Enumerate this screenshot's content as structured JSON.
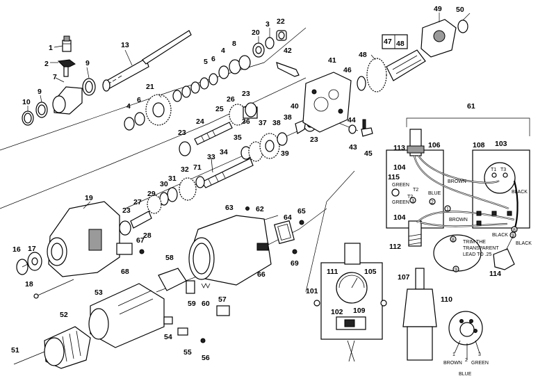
{
  "callouts": {
    "c1": "1",
    "c2": "2",
    "c3": "3",
    "c4": "4",
    "c4b": "4",
    "c5": "5",
    "c6": "6",
    "c6b": "6",
    "c7": "7",
    "c8": "8",
    "c9": "9",
    "c9b": "9",
    "c10": "10",
    "c13": "13",
    "c16": "16",
    "c17": "17",
    "c18": "18",
    "c19": "19",
    "c20": "20",
    "c21": "21",
    "c22": "22",
    "c23a": "23",
    "c23b": "23",
    "c23c": "23",
    "c23d": "23",
    "c24": "24",
    "c25": "25",
    "c26": "26",
    "c27": "27",
    "c28": "28",
    "c29": "29",
    "c30": "30",
    "c31": "31",
    "c32": "32",
    "c33": "33",
    "c34": "34",
    "c35": "35",
    "c36": "36",
    "c37": "37",
    "c38": "38",
    "c39": "39",
    "c40": "40",
    "c41": "41",
    "c42": "42",
    "c43": "43",
    "c44": "44",
    "c45": "45",
    "c46": "46",
    "c47": "47",
    "c48": "48",
    "c48b": "48",
    "c49": "49",
    "c50": "50",
    "c51": "51",
    "c52": "52",
    "c53": "53",
    "c54": "54",
    "c55": "55",
    "c56": "56",
    "c57": "57",
    "c58": "58",
    "c59": "59",
    "c60": "60",
    "c61": "61",
    "c62": "62",
    "c63": "63",
    "c64": "64",
    "c65": "65",
    "c66": "66",
    "c67": "67",
    "c68": "68",
    "c69": "69",
    "c71": "71",
    "c101": "101",
    "c102": "102",
    "c103": "103",
    "c104a": "104",
    "c104b": "104",
    "c105": "105",
    "c106": "106",
    "c107": "107",
    "c108": "108",
    "c109": "109",
    "c110": "110",
    "c111": "111",
    "c112": "112",
    "c113": "113",
    "c114": "114",
    "c115": "115"
  },
  "wiring": {
    "brown_a": "BROWN",
    "blue_a": "BLUE",
    "green_a": "GREEN",
    "green_b": "GREEN",
    "black_a": "BLACK",
    "brown_b": "BROWN",
    "black_b": "BLACK",
    "black_c": "BLACK",
    "t2a": "T2",
    "t2b": "T2",
    "t1": "T1",
    "t3": "T3",
    "n1": "1",
    "n2": "2",
    "n3": "3",
    "n8": "8",
    "n9": "9",
    "n9b": "9",
    "n8b": "8",
    "bottom_brown": "BROWN",
    "bottom_blue": "BLUE",
    "bottom_green": "GREEN",
    "p1": "1",
    "p2": "2",
    "p3": "3"
  },
  "note": {
    "line1": "TRIM THE",
    "line2": "TRANSPARENT",
    "line3": "LEAD TO .25"
  },
  "colors": {
    "ink": "#000000",
    "paper": "#ffffff",
    "shade": "#9a9a9a"
  }
}
